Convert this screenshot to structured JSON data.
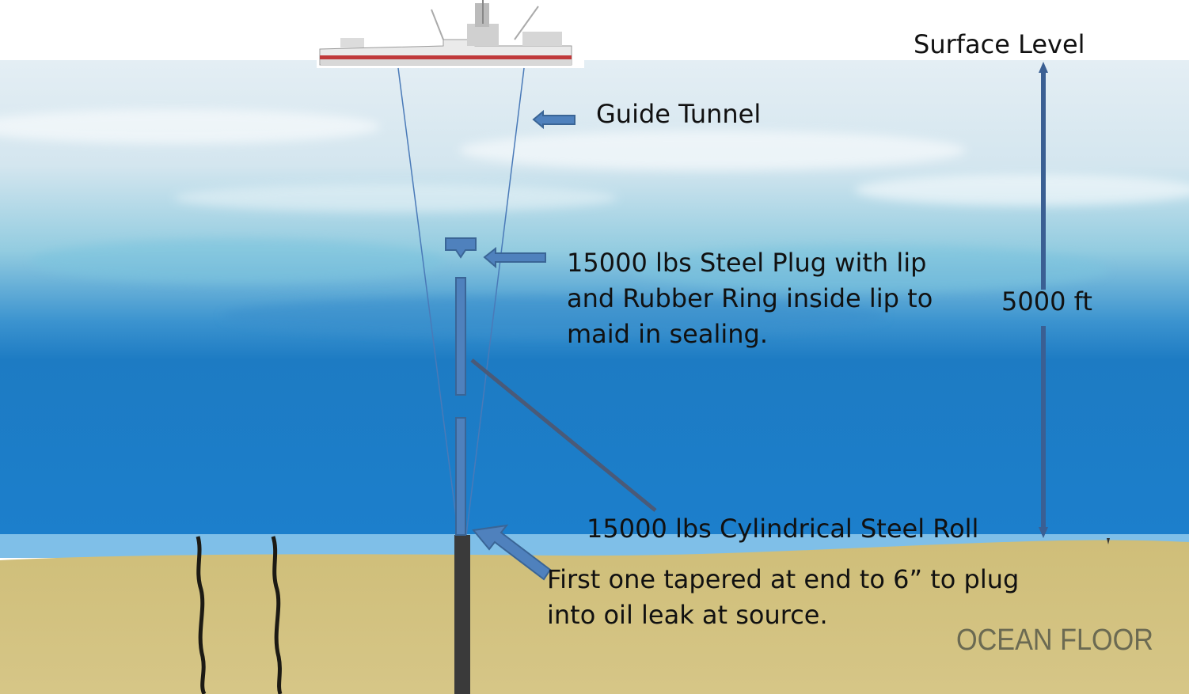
{
  "labels": {
    "surface_level": "Surface Level",
    "guide_tunnel": "Guide Tunnel",
    "steel_plug": [
      "15000 lbs Steel Plug with lip",
      "and Rubber Ring inside lip to",
      "maid in sealing."
    ],
    "depth": "5000 ft",
    "steel_roll": "15000 lbs Cylindrical Steel Roll",
    "first_one": [
      "First one tapered at end to 6” to plug",
      "into oil leak at source."
    ],
    "ocean_floor": "OCEAN FLOOR"
  },
  "colors": {
    "sky": "#ffffff",
    "water_surface": "#dbeaf2",
    "water_mid": "#5fb6d8",
    "water_deep": "#1b78c0",
    "seafloor_band": "#7fbfe8",
    "sand": "#d2c27e",
    "pipe": "#3a3a3a",
    "arrow_fill": "#4f81bd",
    "arrow_stroke": "#3a6596",
    "connector": "#4a5a78",
    "ship_hull": "#f2f2f2",
    "ship_stripe": "#c0393a"
  }
}
